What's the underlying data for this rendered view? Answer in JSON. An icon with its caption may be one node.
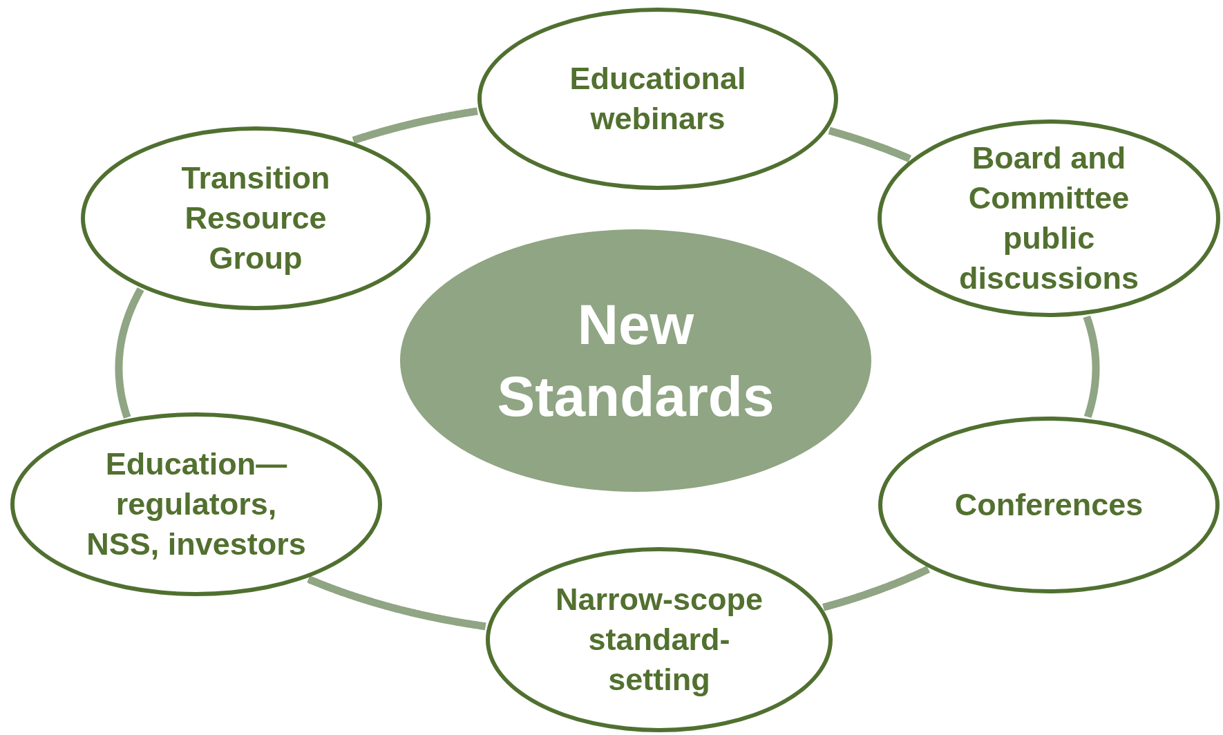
{
  "diagram": {
    "nodes": [
      {
        "text": [
          "Educational webinars"
        ]
      },
      {
        "text": [
          "Transition Resource Group"
        ]
      },
      {
        "text": [
          "Board and Committee public discussions"
        ]
      },
      {
        "text": [
          "New Standards"
        ]
      },
      {
        "text": [
          "Education—regulators, NSS, investors"
        ]
      },
      {
        "text": [
          "Conferences"
        ]
      },
      {
        "text": [
          "Narrow-scope standard-setting"
        ]
      }
    ],
    "edges": [
      {
        "from": 1,
        "to": 0,
        "arrow": "none"
      },
      {
        "from": 0,
        "to": 2,
        "arrow": "none"
      },
      {
        "from": 2,
        "to": 5,
        "arrow": "none"
      },
      {
        "from": 5,
        "to": 6,
        "arrow": "none"
      },
      {
        "from": 6,
        "to": 4,
        "arrow": "none"
      },
      {
        "from": 4,
        "to": 1,
        "arrow": "none"
      }
    ]
  }
}
